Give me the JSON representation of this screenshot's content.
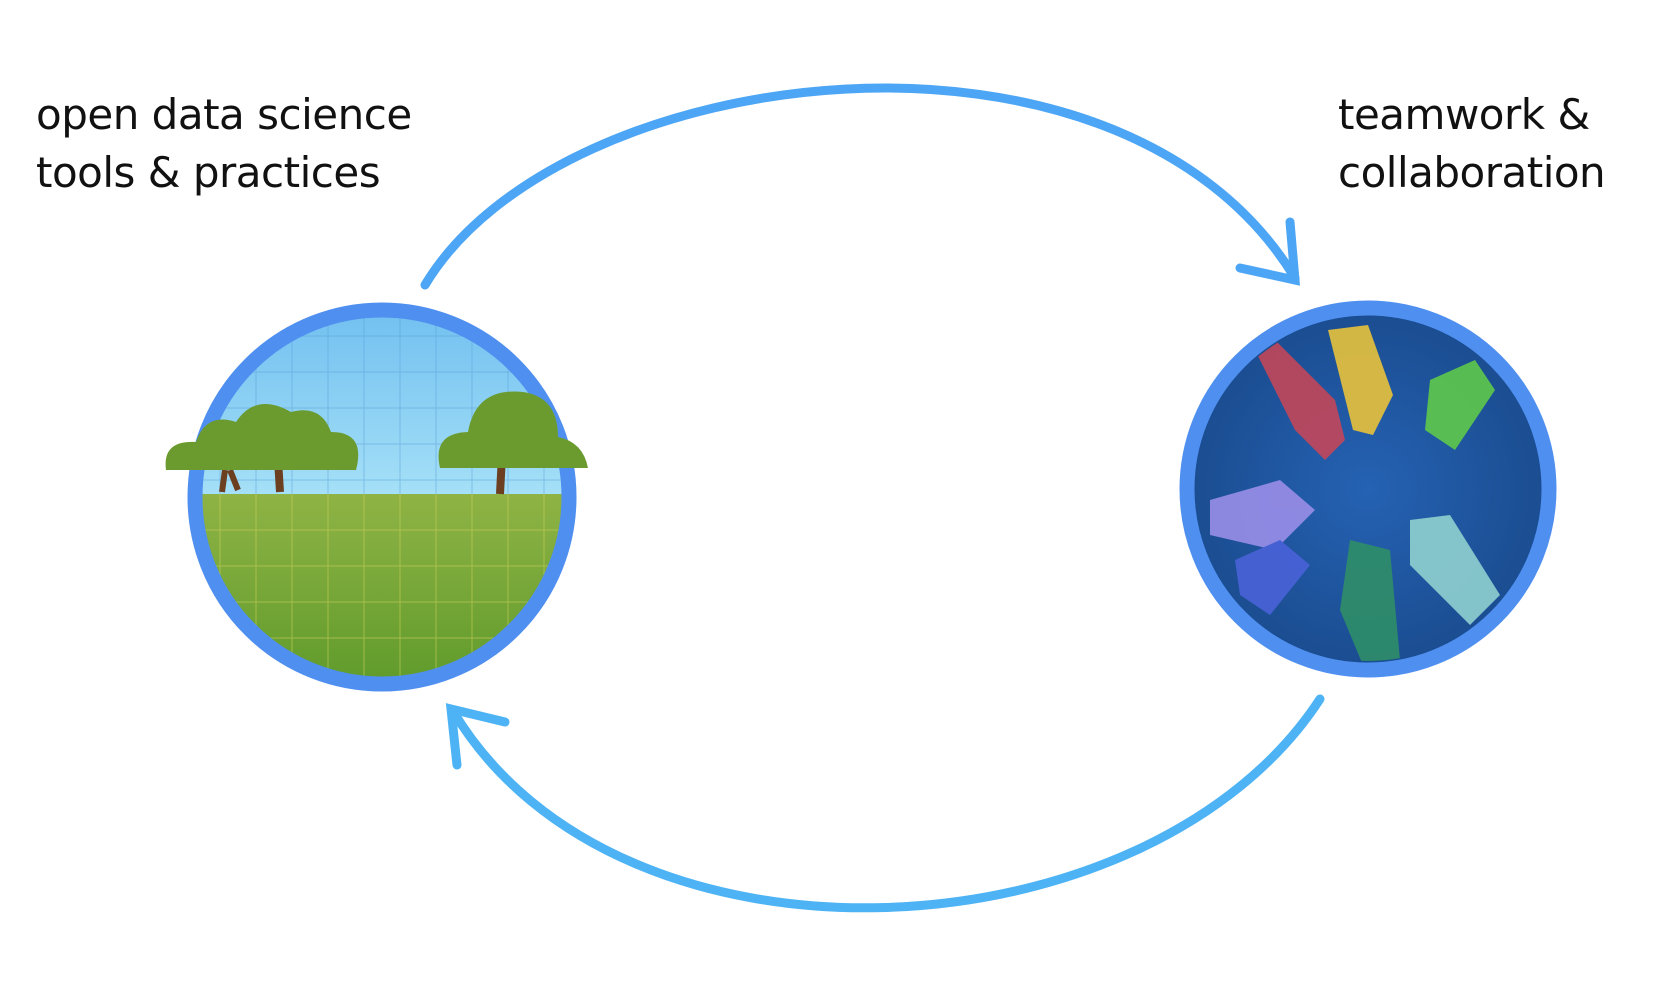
{
  "nodes": [
    {
      "id": "tools",
      "label_lines": [
        "open data science",
        "tools & practices"
      ],
      "icon": "landscape-trees-grid"
    },
    {
      "id": "teamwork",
      "label_lines": [
        "teamwork &",
        "collaboration"
      ],
      "icon": "hands-circle"
    }
  ],
  "edges": [
    {
      "from": "tools",
      "to": "teamwork"
    },
    {
      "from": "teamwork",
      "to": "tools"
    }
  ],
  "colors": {
    "arrow": "#4da6f5",
    "ring": "#4f8ff0",
    "sky": "#7cc8f2",
    "grass": "#7fa83a",
    "hands_bg": "#1f5aa6"
  }
}
